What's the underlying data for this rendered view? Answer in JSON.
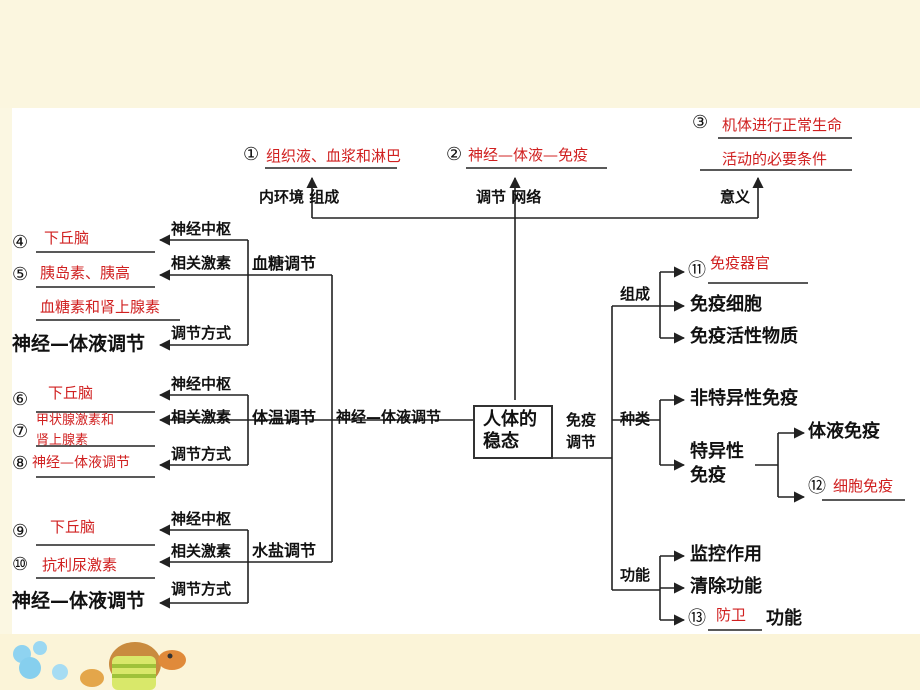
{
  "top": {
    "n1": "①",
    "a1": "组织液、血浆和淋巴",
    "n2": "②",
    "a2": "神经—体液—免疫",
    "n3": "③",
    "a3_line1": "机体进行正常生命",
    "a3_line2": "活动的必要条件",
    "l_composition": "内环境 组成",
    "l_network": "调节 网络",
    "l_meaning": "意义"
  },
  "center": {
    "line1": "人体的",
    "line2": "稳态",
    "mid_label": "神经—体液调节"
  },
  "blood_sugar": {
    "title": "血糖调节",
    "center": "神经中枢",
    "hormone": "相关激素",
    "method": "调节方式",
    "n4": "④",
    "a4": "下丘脑",
    "n5": "⑤",
    "a5": "胰岛素、胰高",
    "a5b": "血糖素和肾上腺素",
    "method_value": "神经—体液调节"
  },
  "temperature": {
    "title": "体温调节",
    "center": "神经中枢",
    "hormone": "相关激素",
    "method": "调节方式",
    "n6": "⑥",
    "a6": "下丘脑",
    "n7": "⑦",
    "a7_line1": "甲状腺激素和",
    "a7_line2": "肾上腺素",
    "n8": "⑧",
    "a8": "神经—体液调节"
  },
  "water_salt": {
    "title": "水盐调节",
    "center": "神经中枢",
    "hormone": "相关激素",
    "method": "调节方式",
    "n9": "⑨",
    "a9": "下丘脑",
    "n10": "⑩",
    "a10": "抗利尿激素",
    "method_value": "神经—体液调节"
  },
  "immune": {
    "title_line1": "免疫",
    "title_line2": "调节",
    "composition": "组成",
    "n11": "⑪",
    "a11": "免疫器官",
    "cells": "免疫细胞",
    "substances": "免疫活性物质",
    "types": "种类",
    "nonspecific": "非特异性免疫",
    "specific_line1": "特异性",
    "specific_line2": "免疫",
    "humoral": "体液免疫",
    "n12": "⑫",
    "a12": "细胞免疫",
    "function": "功能",
    "f1": "监控作用",
    "f2": "清除功能",
    "n13": "⑬",
    "a13": "防卫",
    "f3_suffix": "功能"
  }
}
